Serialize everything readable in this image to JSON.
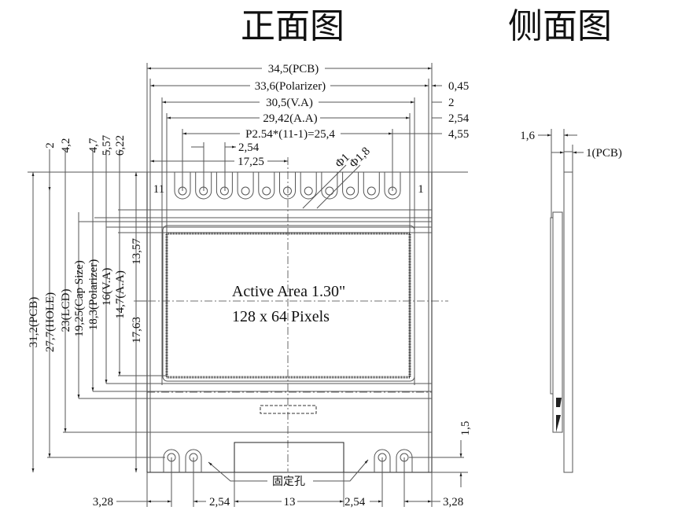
{
  "titles": {
    "front": "正面图",
    "side": "侧面图"
  },
  "active_area": {
    "line1": "Active Area 1.30\"",
    "line2": "128 x 64 Pixels"
  },
  "pins": {
    "first": "11",
    "last": "1"
  },
  "top_dims": {
    "pcb": "34,5(PCB)",
    "polarizer": "33,6(Polarizer)",
    "va": "30,5(V.A)",
    "aa": "29,42(A.A)",
    "pitch": "P2.54*(11-1)=25,4",
    "pin_pitch": "2,54",
    "center": "17,25",
    "hole_d": "Φ1",
    "pad_d": "Φ1,8"
  },
  "right_dims": {
    "r1": "0,45",
    "r2": "2",
    "r3": "2,54",
    "r4": "4,55",
    "hole_offset": "1,5"
  },
  "left_dims": {
    "top_offsets": [
      "2",
      "4,2",
      "4,7",
      "5,57",
      "6,22"
    ],
    "pcb": "31,2(PCB)",
    "hole": "27,7(HOLE)",
    "lcd": "23(LCD)",
    "cap": "19,25(Cap Size)",
    "polarizer": "18,3(Polarizer)",
    "va": "16(V.A)",
    "aa": "14,7(A.A)",
    "upper": "13,57",
    "lower": "17,63"
  },
  "bottom_dims": {
    "left_edge": "3,28",
    "left_pitch": "2,54",
    "connector": "13",
    "right_pitch": "2,54",
    "right_edge": "3,28"
  },
  "mount_label": "固定孔",
  "side_dims": {
    "total": "1,6",
    "pcb": "1(PCB)"
  }
}
